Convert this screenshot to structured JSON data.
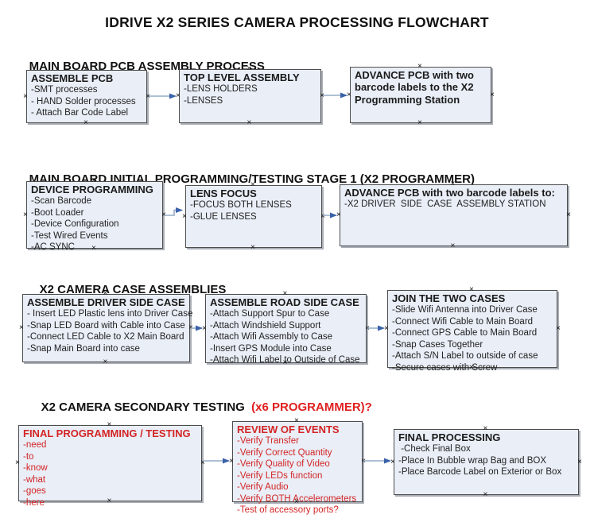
{
  "title": "IDRIVE X2  SERIES CAMERA PROCESSING FLOWCHART",
  "colors": {
    "box_fill": "#e9eef7",
    "box_border": "#4d4d4d",
    "arrow_line": "#94abc7",
    "arrow_head": "#3a62a8",
    "red_text": "#d32525",
    "black_text": "#111111"
  },
  "sections": [
    {
      "header": "MAIN BOARD PCB ASSEMBLY PROCESS",
      "boxes": [
        {
          "title": "ASSEMBLE PCB",
          "items": [
            "-SMT processes",
            "- HAND Solder processes",
            "- Attach Bar Code Label"
          ]
        },
        {
          "title": "TOP LEVEL ASSEMBLY",
          "items": [
            "-LENS HOLDERS",
            "-LENSES"
          ]
        },
        {
          "title": "ADVANCE PCB with two barcode labels to the  X2 Programming Station",
          "items": []
        }
      ]
    },
    {
      "header": "MAIN BOARD INITIAL PROGRAMMING/TESTING STAGE 1 (X2 PROGRAMMER)",
      "boxes": [
        {
          "title": "DEVICE PROGRAMMING",
          "items": [
            "-Scan Barcode",
            "-Boot Loader",
            "-Device Configuration",
            "-Test Wired Events",
            "-AC SYNC"
          ]
        },
        {
          "title": "LENS FOCUS",
          "items": [
            "-FOCUS BOTH LENSES",
            "-GLUE LENSES"
          ]
        },
        {
          "title": "ADVANCE PCB with two barcode labels to:",
          "items": [
            "-X2 DRIVER  SIDE  CASE  ASSEMBLY STATION"
          ]
        }
      ]
    },
    {
      "header": "X2 CAMERA CASE ASSEMBLIES",
      "boxes": [
        {
          "title": "ASSEMBLE DRIVER SIDE CASE",
          "items": [
            "- Insert LED Plastic lens into Driver Case",
            "-Snap LED Board with Cable into Case",
            "-Connect LED Cable to X2 Main Board",
            "-Snap Main Board into case"
          ]
        },
        {
          "title": "ASSEMBLE ROAD SIDE CASE",
          "items": [
            "-Attach Support Spur to Case",
            "-Attach Windshield Support",
            "-Attach Wifi Assembly to Case",
            "-Insert GPS Module into Case",
            "-Attach Wifi Label to Outside of Case"
          ]
        },
        {
          "title": "JOIN THE TWO CASES",
          "items": [
            "-Slide Wifi Antenna into Driver Case",
            "-Connect Wifi Cable to Main Board",
            "-Connect GPS Cable to Main Board",
            "-Snap Cases Together",
            "-Attach S/N Label to outside of case",
            "-Secure cases with Screw"
          ]
        }
      ]
    },
    {
      "header": "X2 CAMERA SECONDARY TESTING  ",
      "header_red": "(x6 PROGRAMMER)?",
      "boxes": [
        {
          "title": "FINAL PROGRAMMING / TESTING",
          "text_color": "red",
          "items": [
            "-need",
            "-to",
            "-know",
            "-what",
            "-goes",
            "-here"
          ]
        },
        {
          "title": "REVIEW OF EVENTS",
          "text_color": "red",
          "items": [
            "-Verify Transfer",
            "-Verify Correct Quantity",
            "-Verify Quality of Video",
            "-Verify LEDs function",
            "-Verify Audio",
            "-Verify BOTH Accelerometers",
            "-Test of accessory ports?"
          ]
        },
        {
          "title": "FINAL PROCESSING",
          "text_color": "black",
          "items": [
            " -Check Final Box",
            "-Place In Bubble wrap Bag and BOX",
            "-Place Barcode Label on Exterior or Box"
          ]
        }
      ]
    }
  ]
}
